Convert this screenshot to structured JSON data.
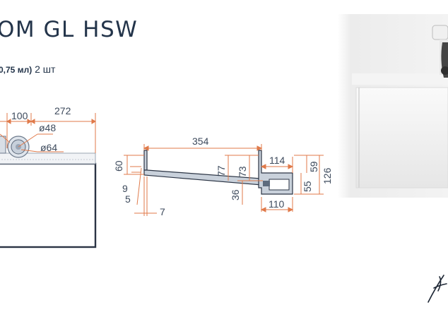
{
  "title": "OM GL HSW",
  "subtitle": {
    "part_a": "0,75 мл)",
    "part_b": "2 шт"
  },
  "colors": {
    "dimension_line": "#e07a4a",
    "text": "#23344a",
    "section_fill": "#c9d1db"
  },
  "top_view": {
    "dims": {
      "d100": "100",
      "d272": "272",
      "d48": "ø48",
      "d64": "ø64"
    }
  },
  "section_view": {
    "dims": {
      "d354": "354",
      "d60": "60",
      "d77": "77",
      "d73": "73",
      "d114": "114",
      "d59": "59",
      "d126": "126",
      "d9": "9",
      "d5": "5",
      "d36": "36",
      "d55": "55",
      "d7": "7",
      "d110": "110"
    }
  },
  "photo": {
    "icon": "sink-photo",
    "signature_icon": "signature-mark"
  }
}
